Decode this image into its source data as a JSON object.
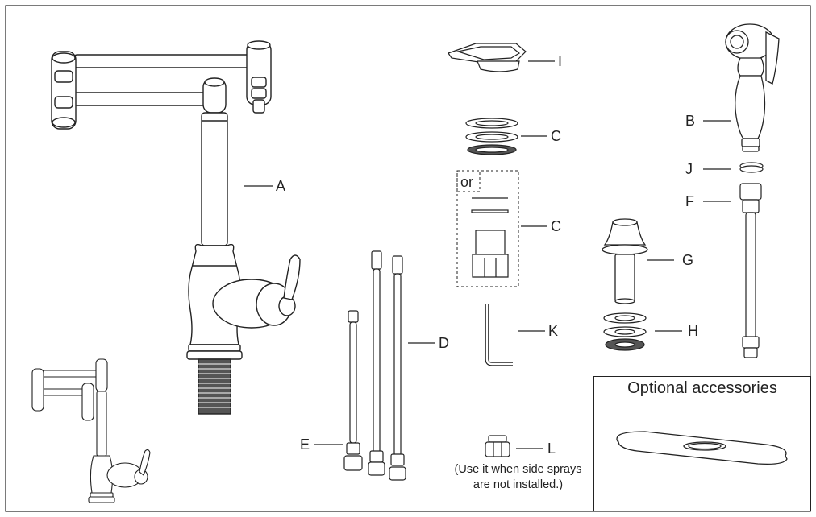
{
  "labels": {
    "A": "A",
    "B": "B",
    "C1": "C",
    "C2": "C",
    "D": "D",
    "E": "E",
    "F": "F",
    "G": "G",
    "H": "H",
    "I": "I",
    "J": "J",
    "K": "K",
    "L": "L"
  },
  "or_text": "or",
  "note_line1": "(Use it when side sprays",
  "note_line2": "are not installed.)",
  "optional_title": "Optional accessories",
  "colors": {
    "line": "#222222",
    "fill": "#ffffff",
    "shade": "#555555"
  }
}
